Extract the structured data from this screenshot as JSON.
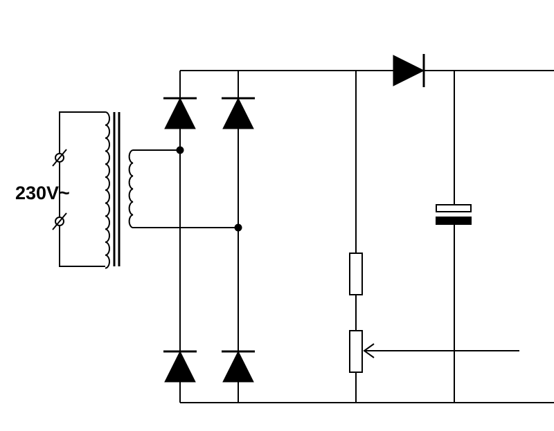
{
  "labels": {
    "supply_voltage": "230V~"
  },
  "components": {
    "transformer": "transformer",
    "bridge_diodes": [
      "diode-top-left",
      "diode-top-right",
      "diode-bottom-left",
      "diode-bottom-right"
    ],
    "series_diode": "diode-output",
    "resistor": "resistor",
    "potentiometer": "potentiometer",
    "capacitor": "capacitor",
    "terminals": [
      "ac-terminal-top",
      "ac-terminal-bottom"
    ]
  }
}
